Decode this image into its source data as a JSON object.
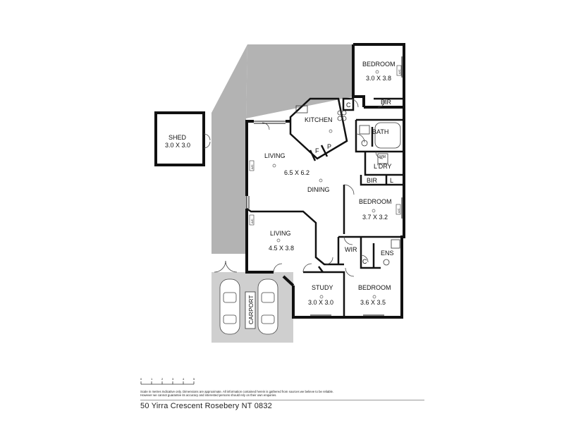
{
  "colors": {
    "wall": "#111111",
    "outdoor": "#b3b3b3",
    "carport": "#cfcfcf"
  },
  "rooms": {
    "bedroom1": {
      "name": "BEDROOM",
      "dims": "3.0 X 3.8"
    },
    "bir1": "BIR",
    "c1": "C",
    "kitchen": "KITCHEN",
    "fridge": "F",
    "pantry": "P",
    "bath": "BATH",
    "wm": "WM",
    "laundry": "L'DRY",
    "bir2": "BIR",
    "linen": "L",
    "living1": {
      "name": "LIVING",
      "dims": "6.5 X 6.2"
    },
    "dining": "DINING",
    "bedroom2": {
      "name": "BEDROOM",
      "dims": "3.7 X 3.2"
    },
    "living2": {
      "name": "LIVING",
      "dims": "4.5 X 3.8"
    },
    "wir": "WIR",
    "ens": "ENS",
    "c2": "C",
    "study": {
      "name": "STUDY",
      "dims": "3.0 X 3.0"
    },
    "bedroom3": {
      "name": "BEDROOM",
      "dims": "3.6 X 3.5"
    },
    "shed": {
      "name": "SHED",
      "dims": "3.0 X 3.0"
    },
    "carport": "CARPORT"
  },
  "ac_tag": "A/C",
  "scale_ticks": [
    "0",
    "1",
    "2",
    "3",
    "4",
    "5"
  ],
  "disclaimer": "Scale in metres Indicative only. Dimensions are approximate. All information contained herein is gathered from sources we believe to be reliable. However we cannot guarantee its accuracy and interested persons should rely on their own enquiries.",
  "address": "50 Yirra Crescent Rosebery NT 0832"
}
